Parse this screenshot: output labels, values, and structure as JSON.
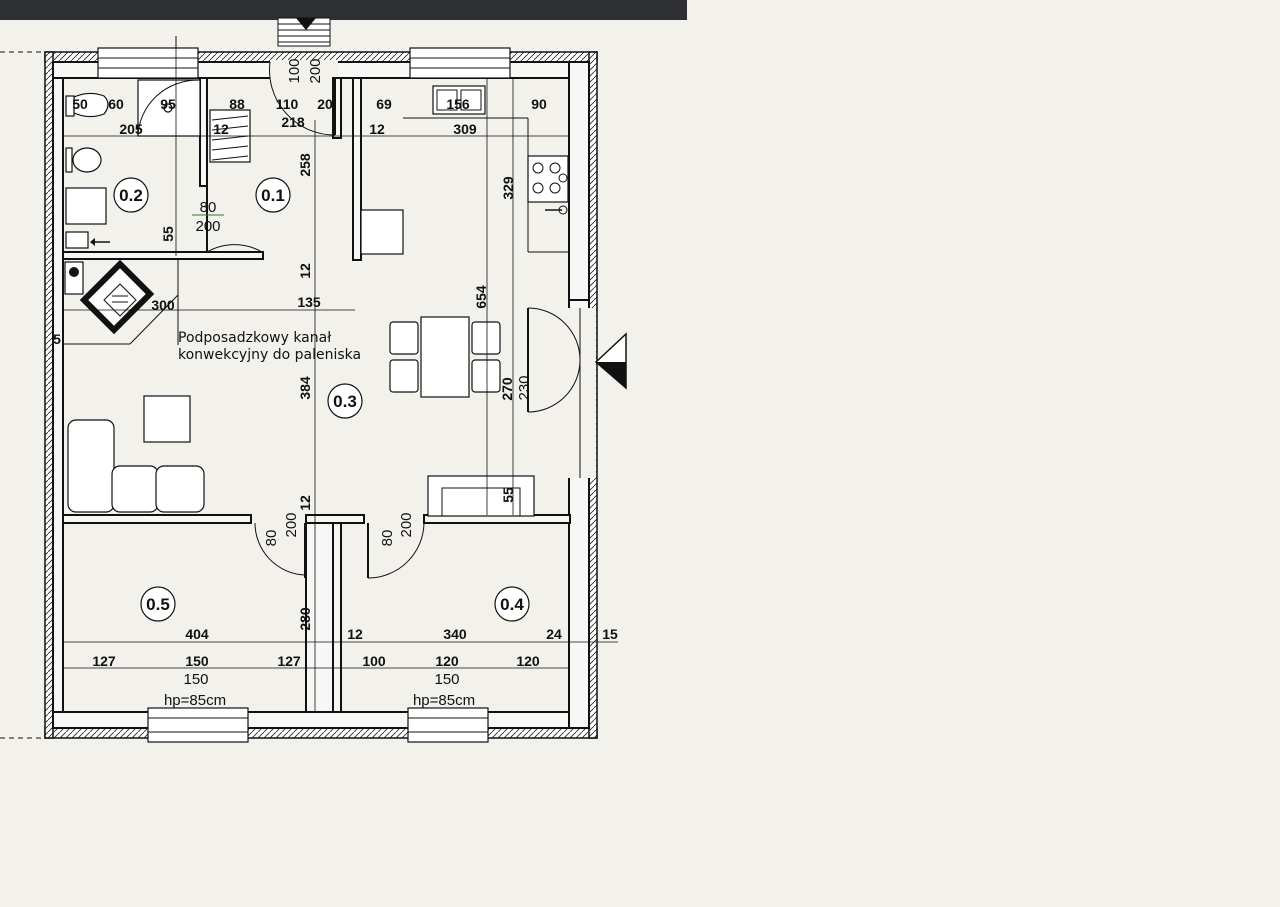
{
  "rooms": [
    {
      "label": "0.1"
    },
    {
      "label": "0.2"
    },
    {
      "label": "0.3"
    },
    {
      "label": "0.4"
    },
    {
      "label": "0.5"
    }
  ],
  "annotation": {
    "line1": "Podposadzkowy kanał",
    "line2": "konwekcyjny do paleniska"
  },
  "doors": [
    {
      "width": "80",
      "height": "200"
    },
    {
      "width": "80",
      "height": "200"
    },
    {
      "width": "80",
      "height": "200"
    },
    {
      "width": "100",
      "height": "200"
    }
  ],
  "windows": [
    {
      "width": "150",
      "sill": "hp=85cm"
    },
    {
      "width": "150",
      "sill": "hp=85cm"
    }
  ],
  "dimensions": {
    "top": [
      "50",
      "60",
      "95",
      "88",
      "110",
      "20",
      "69",
      "156",
      "90"
    ],
    "row2": [
      "205",
      "12",
      "218",
      "12",
      "309"
    ],
    "mid": [
      "258",
      "329",
      "55",
      "12",
      "135",
      "654",
      "300",
      "5",
      "384",
      "270",
      "230",
      "12",
      "55",
      "280"
    ],
    "bottom": [
      "404",
      "12",
      "340",
      "24",
      "15"
    ],
    "bottom2": [
      "127",
      "150",
      "127",
      "100",
      "120",
      "120"
    ]
  }
}
